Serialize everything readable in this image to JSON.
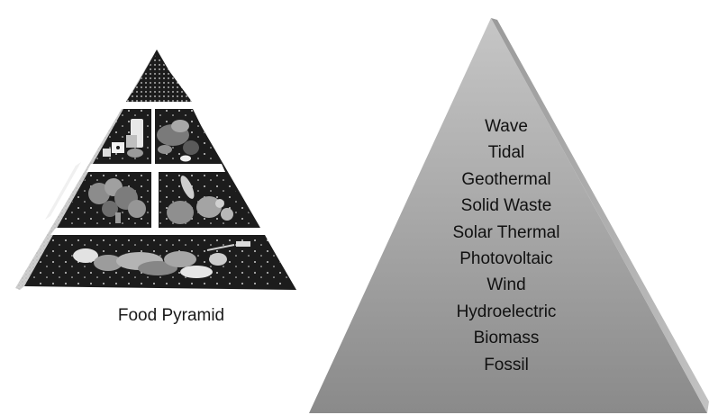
{
  "food_pyramid": {
    "caption": "Food Pyramid"
  },
  "energy_pyramid": {
    "items": [
      "Wave",
      "Tidal",
      "Geothermal",
      "Solid Waste",
      "Solar Thermal",
      "Photovoltaic",
      "Wind",
      "Hydroelectric",
      "Biomass",
      "Fossil"
    ]
  },
  "colors": {
    "food_pyramid_fill": "#1c1c1c",
    "food_pyramid_side": "#c8c8c8",
    "food_pyramid_divider": "#ffffff",
    "energy_pyramid_front_top": "#c4c4c4",
    "energy_pyramid_front_bottom": "#8c8c8c",
    "energy_pyramid_side": "#a8a8a8",
    "text": "#111111"
  }
}
